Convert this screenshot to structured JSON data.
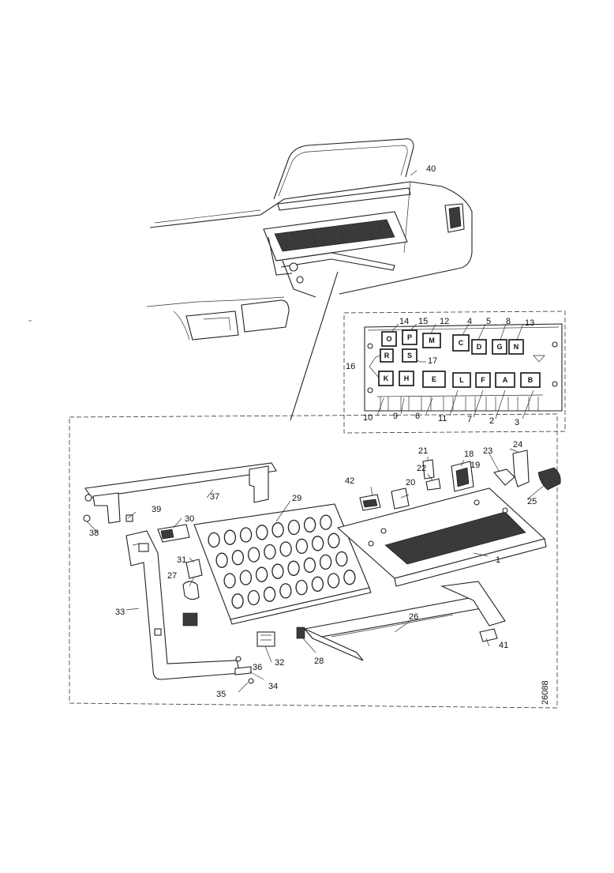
{
  "diagram": {
    "drawing_number": "26088",
    "callouts": [
      {
        "id": "c1",
        "text": "1"
      },
      {
        "id": "c2",
        "text": "2"
      },
      {
        "id": "c3",
        "text": "3"
      },
      {
        "id": "c4",
        "text": "4"
      },
      {
        "id": "c5",
        "text": "5"
      },
      {
        "id": "c6",
        "text": "6"
      },
      {
        "id": "c7",
        "text": "7"
      },
      {
        "id": "c8",
        "text": "8"
      },
      {
        "id": "c9",
        "text": "9"
      },
      {
        "id": "c10",
        "text": "10"
      },
      {
        "id": "c11",
        "text": "11"
      },
      {
        "id": "c12",
        "text": "12"
      },
      {
        "id": "c13",
        "text": "13"
      },
      {
        "id": "c14",
        "text": "14"
      },
      {
        "id": "c15",
        "text": "15"
      },
      {
        "id": "c16",
        "text": "16"
      },
      {
        "id": "c17",
        "text": "17"
      },
      {
        "id": "c18",
        "text": "18"
      },
      {
        "id": "c19",
        "text": "19"
      },
      {
        "id": "c20",
        "text": "20"
      },
      {
        "id": "c21",
        "text": "21"
      },
      {
        "id": "c22",
        "text": "22"
      },
      {
        "id": "c23",
        "text": "23"
      },
      {
        "id": "c24",
        "text": "24"
      },
      {
        "id": "c25",
        "text": "25"
      },
      {
        "id": "c26",
        "text": "26"
      },
      {
        "id": "c27",
        "text": "27"
      },
      {
        "id": "c28",
        "text": "28"
      },
      {
        "id": "c29",
        "text": "29"
      },
      {
        "id": "c30",
        "text": "30"
      },
      {
        "id": "c31",
        "text": "31"
      },
      {
        "id": "c32",
        "text": "32"
      },
      {
        "id": "c33",
        "text": "33"
      },
      {
        "id": "c34",
        "text": "34"
      },
      {
        "id": "c35",
        "text": "35"
      },
      {
        "id": "c36",
        "text": "36"
      },
      {
        "id": "c37",
        "text": "37"
      },
      {
        "id": "c38",
        "text": "38"
      },
      {
        "id": "c39",
        "text": "39"
      },
      {
        "id": "c40",
        "text": "40"
      },
      {
        "id": "c41",
        "text": "41"
      },
      {
        "id": "c42",
        "text": "42"
      }
    ],
    "fuse_letters": {
      "O": "O",
      "P": "P",
      "M": "M",
      "C": "C",
      "D": "D",
      "G": "G",
      "N": "N",
      "R": "R",
      "S": "S",
      "K": "K",
      "H": "H",
      "E": "E",
      "L": "L",
      "F": "F",
      "A": "A",
      "B": "B"
    }
  }
}
